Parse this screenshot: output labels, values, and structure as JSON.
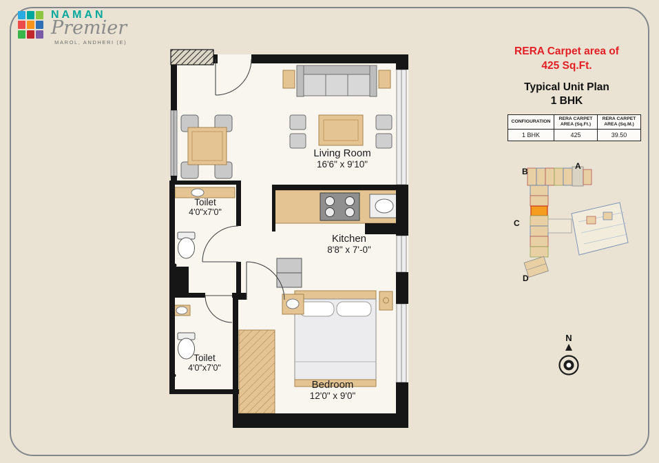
{
  "page": {
    "background": "#EAE3D3",
    "frame_color": "#80868b"
  },
  "logo": {
    "name": "NAMAN",
    "brand": "Premier",
    "location": "MAROL, ANDHERI (E)",
    "name_color": "#00A79D",
    "grid_colors": [
      "#29ABE2",
      "#00A79D",
      "#8CC63F",
      "#ED4A4A",
      "#F7941D",
      "#2E6FB5",
      "#39B54A",
      "#C1272D",
      "#7A5AA6"
    ]
  },
  "rera": {
    "line1": "RERA Carpet area of",
    "line2": "425 Sq.Ft.",
    "color": "#E31E24"
  },
  "plan_title": {
    "line1": "Typical Unit Plan",
    "line2": "1 BHK"
  },
  "area_table": {
    "headers": [
      "CONFIGURATION",
      "RERA CARPET AREA (Sq.Ft.)",
      "RERA CARPET AREA (Sq.M.)"
    ],
    "row": [
      "1 BHK",
      "425",
      "39.50"
    ]
  },
  "floor_plan": {
    "living_room": {
      "name": "Living Room",
      "dims": "16'6\" x 9'10\""
    },
    "kitchen": {
      "name": "Kitchen",
      "dims": "8'8\" x 7'-0\""
    },
    "bedroom": {
      "name": "Bedroom",
      "dims": "12'0\" x 9'0\""
    },
    "toilet_top": {
      "name": "Toilet",
      "dims": "4'0\"x7'0\""
    },
    "toilet_bottom": {
      "name": "Toilet",
      "dims": "4'0\"x7'0\""
    }
  },
  "key_plan": {
    "label_a": "A",
    "label_b": "B",
    "label_c": "C",
    "label_d": "D"
  },
  "compass": {
    "label": "N"
  }
}
